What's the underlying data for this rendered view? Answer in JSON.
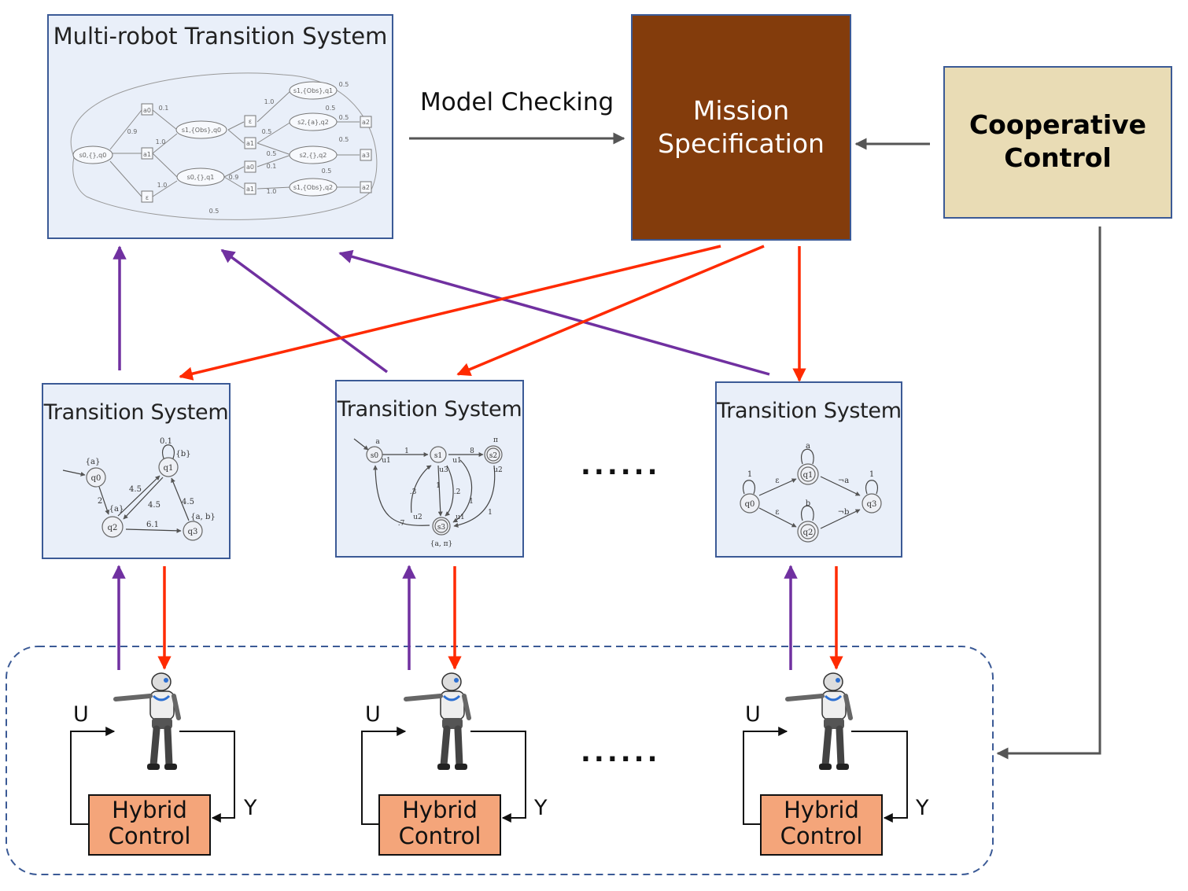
{
  "multi_robot_ts": {
    "title": "Multi-robot Transition System"
  },
  "edge_label_model_checking": "Model Checking",
  "mission": {
    "label": "Mission Specification"
  },
  "cooperative": {
    "label": "Cooperative Control"
  },
  "transition_systems": [
    {
      "title": "Transition System"
    },
    {
      "title": "Transition System"
    },
    {
      "title": "Transition System"
    }
  ],
  "ellipsis": "......",
  "robots": [
    {
      "input_label": "U",
      "output_label": "Y",
      "controller": "Hybrid Control"
    },
    {
      "input_label": "U",
      "output_label": "Y",
      "controller": "Hybrid Control"
    },
    {
      "input_label": "U",
      "output_label": "Y",
      "controller": "Hybrid Control"
    }
  ],
  "mrts_graph": {
    "nodes": [
      "s0,{},q0",
      "s1,{Obs},q0",
      "s0,{},q1",
      "s1,{Obs},q1",
      "s2,{a},q2",
      "s2,{},q2",
      "s1,{Obs},q2"
    ],
    "actions": [
      "a0",
      "a1",
      "ε",
      "a0",
      "a1",
      "ε",
      "a1",
      "a2",
      "a3",
      "a2"
    ],
    "probabilities": [
      "0.1",
      "0.9",
      "1.0",
      "1.0",
      "0.9",
      "1.0",
      "0.5",
      "0.5",
      "0.5",
      "0.5",
      "0.5",
      "0.5",
      "1.0",
      "0.1",
      "0.5",
      "0.5"
    ]
  },
  "ts1_graph": {
    "nodes": [
      "q0",
      "q1",
      "q2",
      "q3"
    ],
    "labels": [
      "{a}",
      "{b}",
      "{a}",
      "{a, b}"
    ],
    "weights": [
      "0.1",
      "2",
      "4.5",
      "4.5",
      "4.5",
      "6.1"
    ]
  },
  "ts2_graph": {
    "nodes": [
      "s0",
      "s1",
      "s2",
      "s3"
    ],
    "labels": [
      "a",
      "π",
      "{a, π}"
    ],
    "edges": [
      "1",
      "u1",
      "8",
      "u1",
      "u2",
      "u3",
      ".3",
      "1",
      ".2",
      "1",
      "1",
      "u2",
      "u1",
      ".7"
    ]
  },
  "ts3_graph": {
    "nodes": [
      "q0",
      "q1",
      "q2",
      "q3"
    ],
    "labels": [
      "1",
      "a",
      "1",
      "b",
      "ε",
      "¬a",
      "ε",
      "¬b"
    ]
  },
  "colors": {
    "purple": "#7030a0",
    "red": "#ff2a00",
    "gray": "#555555",
    "box_border": "#3b5a96"
  }
}
